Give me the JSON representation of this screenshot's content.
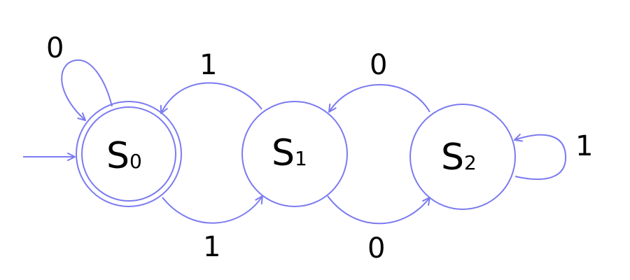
{
  "colors": {
    "stroke": "#7b7bf0",
    "text": "#000000"
  },
  "states": [
    {
      "id": "s0",
      "letter": "S",
      "index": "0",
      "accepting": true,
      "initial": true
    },
    {
      "id": "s1",
      "letter": "S",
      "index": "1",
      "accepting": false,
      "initial": false
    },
    {
      "id": "s2",
      "letter": "S",
      "index": "2",
      "accepting": false,
      "initial": false
    }
  ],
  "transitions": [
    {
      "from": "s0",
      "to": "s0",
      "symbol": "0"
    },
    {
      "from": "s1",
      "to": "s0",
      "symbol": "1"
    },
    {
      "from": "s0",
      "to": "s1",
      "symbol": "1"
    },
    {
      "from": "s2",
      "to": "s1",
      "symbol": "0"
    },
    {
      "from": "s1",
      "to": "s2",
      "symbol": "0"
    },
    {
      "from": "s2",
      "to": "s2",
      "symbol": "1"
    }
  ]
}
